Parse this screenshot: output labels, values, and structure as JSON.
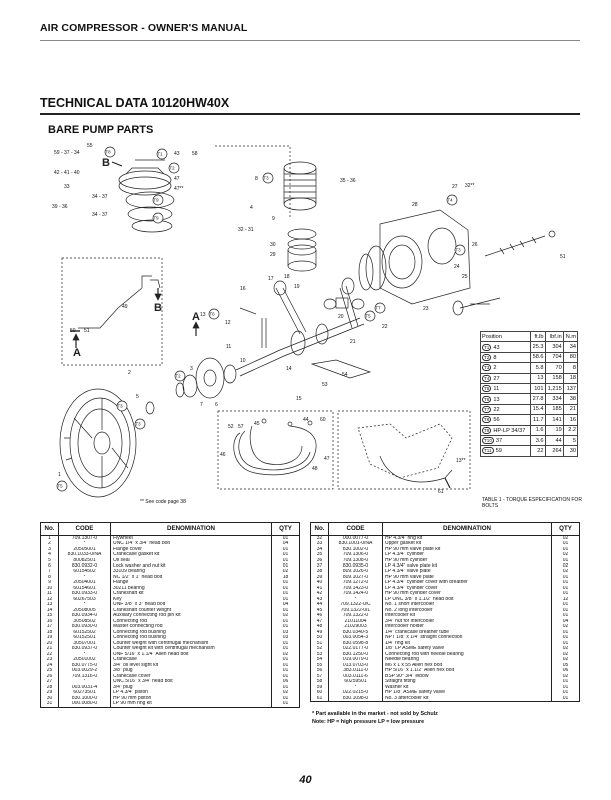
{
  "header": "AIR COMPRESSOR - OWNER'S MANUAL",
  "title": "TECHNICAL DATA 10120HW40X",
  "subtitle": "BARE PUMP PARTS",
  "diagram": {
    "see_code": "** See code page 38",
    "arrow_a": "A",
    "arrow_b": "B",
    "callouts": {
      "c1": "55",
      "c2": "59 - 37 - 34",
      "c3": "42 - 41 - 40",
      "c4": "33",
      "c5": "39 - 36",
      "c6": "34 - 37",
      "c7": "34 - 37",
      "c8": "43",
      "c9": "58",
      "c10": "47",
      "c11": "47**",
      "c12": "35 - 36",
      "c13": "8",
      "c14": "4",
      "c15": "32 - 31",
      "c16": "27",
      "c17": "32**",
      "c18": "28",
      "c19": "26",
      "c20": "51",
      "c21": "24",
      "c22": "25",
      "c23": "23",
      "c24": "22",
      "c25": "17",
      "c26": "18",
      "c27": "19",
      "c28": "16",
      "c29": "13",
      "c30": "12",
      "c31": "11",
      "c32": "10",
      "c33": "20",
      "c34": "21",
      "c35": "3",
      "c36": "1",
      "c37": "2",
      "c38": "5",
      "c39": "7",
      "c40": "6",
      "c41": "14",
      "c42": "15",
      "c43": "53",
      "c44": "54",
      "c45": "49",
      "c46": "50",
      "c47": "51",
      "c48": "52",
      "c49": "57",
      "c50": "45",
      "c51": "44",
      "c52": "60",
      "c53": "46",
      "c54": "47",
      "c55": "48",
      "c56": "13**",
      "c57": "61",
      "c58": "9",
      "c59": "30",
      "c60": "29"
    },
    "markers": {
      "t1": "T8",
      "t2": "T1",
      "t3": "T2",
      "t4": "T9",
      "t5": "T9",
      "t6": "T4",
      "t7": "T3",
      "t8": "T5",
      "t9": "T7",
      "t10": "T6",
      "t11": "T2",
      "t12": "T3",
      "t13": "T3",
      "t14": "T3",
      "t15": "T5"
    }
  },
  "torque_table": {
    "headers": [
      "Position",
      "ft.lb",
      "lbf.in",
      "N.m"
    ],
    "rows": [
      {
        "pos": "T1",
        "ref": "43",
        "ftlb": "25.3",
        "lbfin": "304",
        "nm": "34"
      },
      {
        "pos": "T2",
        "ref": "8",
        "ftlb": "58.6",
        "lbfin": "704",
        "nm": "80"
      },
      {
        "pos": "T3",
        "ref": "2",
        "ftlb": "5.8",
        "lbfin": "70",
        "nm": "8"
      },
      {
        "pos": "T4",
        "ref": "27",
        "ftlb": "13",
        "lbfin": "158",
        "nm": "18"
      },
      {
        "pos": "T5",
        "ref": "11",
        "ftlb": "101",
        "lbfin": "1,215",
        "nm": "137"
      },
      {
        "pos": "T6",
        "ref": "13",
        "ftlb": "27.8",
        "lbfin": "334",
        "nm": "38"
      },
      {
        "pos": "T7",
        "ref": "22",
        "ftlb": "15.4",
        "lbfin": "185",
        "nm": "21"
      },
      {
        "pos": "T8",
        "ref": "56",
        "ftlb": "11.7",
        "lbfin": "141",
        "nm": "16"
      },
      {
        "pos": "T9",
        "ref": "HP-LP 34/37",
        "ftlb": "1.6",
        "lbfin": "19",
        "nm": "2.2"
      },
      {
        "pos": "T10",
        "ref": "37",
        "ftlb": "3.6",
        "lbfin": "44",
        "nm": "5"
      },
      {
        "pos": "T11",
        "ref": "59",
        "ftlb": "22",
        "lbfin": "264",
        "nm": "30"
      }
    ],
    "caption": "TABLE 1 - TORQUE ESPECIFICATION FOR BOLTS"
  },
  "parts_headers": {
    "no": "No.",
    "code": "CODE",
    "denomination": "DENOMINATION",
    "qty": "QTY"
  },
  "parts_left": [
    {
      "no": "1",
      "code": "709.1307-0",
      "name": "Flywheel",
      "qty": "01"
    },
    {
      "no": "2",
      "code": "*",
      "name": "UNC 1/4\" x 3/4\" head bolt",
      "qty": "04"
    },
    {
      "no": "3",
      "code": "20505001",
      "name": "Flange cover",
      "qty": "01"
    },
    {
      "no": "4",
      "code": "830.1033-0/NA",
      "name": "Crankcase gasket kit",
      "qty": "01"
    },
    {
      "no": "5",
      "code": "80082501",
      "name": "Oil seal",
      "qty": "01"
    },
    {
      "no": "6",
      "code": "830.0932-0",
      "name": "Lock washer and nut kit",
      "qty": "01"
    },
    {
      "no": "7",
      "code": "60154502",
      "name": "33109 bearing",
      "qty": "02"
    },
    {
      "no": "8",
      "code": "*",
      "name": "NC 1/2\" x 1\" head bolt",
      "qty": "18"
    },
    {
      "no": "9",
      "code": "20504001",
      "name": "Flange",
      "qty": "01"
    },
    {
      "no": "10",
      "code": "60154601",
      "name": "30211 bearing",
      "qty": "01"
    },
    {
      "no": "11",
      "code": "830.0933-0",
      "name": "Crankshaft kit",
      "qty": "01"
    },
    {
      "no": "12",
      "code": "60267503",
      "name": "Key",
      "qty": "01"
    },
    {
      "no": "13",
      "code": "*",
      "name": "UNF 3/8\" x 3\" head bolt",
      "qty": "04"
    },
    {
      "no": "14",
      "code": "20508005",
      "name": "Crankshaft counter weight",
      "qty": "01"
    },
    {
      "no": "15",
      "code": "830.0934-0",
      "name": "Auxiliary connecting rod pin kit",
      "qty": "02"
    },
    {
      "no": "16",
      "code": "30508502",
      "name": "Connecting rod",
      "qty": "01"
    },
    {
      "no": "17",
      "code": "830.0930-0",
      "name": "Master connecting rod",
      "qty": "01"
    },
    {
      "no": "18",
      "code": "60152502",
      "name": "Connecting rod bushing",
      "qty": "03"
    },
    {
      "no": "19",
      "code": "60152501",
      "name": "Connecting rod bushing",
      "qty": "03"
    },
    {
      "no": "20",
      "code": "30507001",
      "name": "Counter weight with centrifugal mechanism",
      "qty": "01"
    },
    {
      "no": "21",
      "code": "830.0937-0",
      "name": "Counter weight kit with centrifugal mechanism",
      "qty": "01"
    },
    {
      "no": "22",
      "code": "*",
      "name": "UNF 5/16\" x 1.1/4\" Allen head bolt",
      "qty": "02"
    },
    {
      "no": "23",
      "code": "20501002",
      "name": "Crankcase",
      "qty": "01"
    },
    {
      "no": "24",
      "code": "830.0775-0",
      "name": "3/4\" oil level sight kit",
      "qty": "01"
    },
    {
      "no": "25",
      "code": "003.0029-2",
      "name": "3/8\" plug",
      "qty": "01"
    },
    {
      "no": "26",
      "code": "709.1316-0",
      "name": "Crankcase cover",
      "qty": "01"
    },
    {
      "no": "27",
      "code": "*",
      "name": "UNC 5/16\" x 3/4\" head bolt",
      "qty": "06"
    },
    {
      "no": "28",
      "code": "003.0031-4",
      "name": "3/4\" plug",
      "qty": "01"
    },
    {
      "no": "29",
      "code": "60273501",
      "name": "LP 4.3/4\" piston",
      "qty": "02"
    },
    {
      "no": "30",
      "code": "830.1000-0",
      "name": "HP 90 mm piston",
      "qty": "01"
    },
    {
      "no": "31",
      "code": "000.0080-0",
      "name": "LP 90 mm ring kit",
      "qty": "01"
    }
  ],
  "parts_right": [
    {
      "no": "32",
      "code": "000.0077-0",
      "name": "HP 4.3/4\" ring kit",
      "qty": "02"
    },
    {
      "no": "33",
      "code": "830.1001-0/NA",
      "name": "Upper gasket kit",
      "qty": "01"
    },
    {
      "no": "34",
      "code": "830.1002-0",
      "name": "HP 90 mm valve plate kit",
      "qty": "01"
    },
    {
      "no": "35",
      "code": "709.1306-0",
      "name": "LP 4.3/4\" cylinder",
      "qty": "02"
    },
    {
      "no": "36",
      "code": "709.1308-0",
      "name": "HP 90 mm cylinder",
      "qty": "01"
    },
    {
      "no": "37",
      "code": "830.0935-0",
      "name": "LP 4.3/4\" valve plate kit",
      "qty": "02"
    },
    {
      "no": "38",
      "code": "809.1026-0",
      "name": "LP 4.3/4\" valve plate",
      "qty": "02"
    },
    {
      "no": "39",
      "code": "809.1027-0",
      "name": "HP 90 mm valve plate",
      "qty": "01"
    },
    {
      "no": "40",
      "code": "709.1272-0",
      "name": "LP 4.3/4\" cylinder cover with breather",
      "qty": "01"
    },
    {
      "no": "41",
      "code": "709.1423-0",
      "name": "LP 4.3/4\" cylinder cover",
      "qty": "01"
    },
    {
      "no": "42",
      "code": "709.1424-0",
      "name": "HP 90 mm cylinder cover",
      "qty": "01"
    },
    {
      "no": "43",
      "code": "*",
      "name": "LP UNC 3/8\" x 1.1/2\" head bolt",
      "qty": "12"
    },
    {
      "no": "44",
      "code": "709.1322-0/C",
      "name": "No. 1 short intercooler",
      "qty": "01"
    },
    {
      "no": "45",
      "code": "709.1322-0/L",
      "name": "No. 2 long intercooler",
      "qty": "01"
    },
    {
      "no": "46",
      "code": "709.1322-0",
      "name": "Intercooler kit",
      "qty": "01"
    },
    {
      "no": "47",
      "code": "21011004",
      "name": "3/4\" nut for intercooler",
      "qty": "04"
    },
    {
      "no": "48",
      "code": "21029003",
      "name": "Intercooler holder",
      "qty": "02"
    },
    {
      "no": "49",
      "code": "830.0340-5",
      "name": "1/4\" crankcase breather tube",
      "qty": "01"
    },
    {
      "no": "50",
      "code": "003.0054-3",
      "name": "NPT 1/8\" x 1/4\" straight connection",
      "qty": "01"
    },
    {
      "no": "51",
      "code": "830.0598-8",
      "name": "1/4\" ring kit",
      "qty": "01"
    },
    {
      "no": "52",
      "code": "022.0177-0",
      "name": "1/8\" LP ASME safety valve",
      "qty": "02"
    },
    {
      "no": "53",
      "code": "830.1250-0",
      "name": "Connecting rod with needle bearing",
      "qty": "02"
    },
    {
      "no": "54",
      "code": "019.0079-0",
      "name": "Needle bearing",
      "qty": "02"
    },
    {
      "no": "55",
      "code": "013.0703-0",
      "name": "M6 x 1 x 55 Allen hex bolt",
      "qty": "05"
    },
    {
      "no": "56",
      "code": "383.0111-0",
      "name": "HP 5/16\" x 1.1/2\" Allen hex bolt",
      "qty": "06"
    },
    {
      "no": "57",
      "code": "003.0111-6",
      "name": "BSP 90° 3/4\" elbow",
      "qty": "02"
    },
    {
      "no": "58",
      "code": "60259501",
      "name": "Straight fitting",
      "qty": "01"
    },
    {
      "no": "59",
      "code": "*",
      "name": "Washer kit",
      "qty": "01"
    },
    {
      "no": "60",
      "code": "022.0215-0",
      "name": "HP 1/8\" ASME safety valve",
      "qty": "01"
    },
    {
      "no": "61",
      "code": "830.1098-0",
      "name": "No. 3 aftercooler kit",
      "qty": "01"
    }
  ],
  "notes": {
    "n1": "* Part available in the market - not sold by Schulz",
    "n2": "Note: HP = high pressure   LP = low pressure"
  },
  "page_number": "40"
}
